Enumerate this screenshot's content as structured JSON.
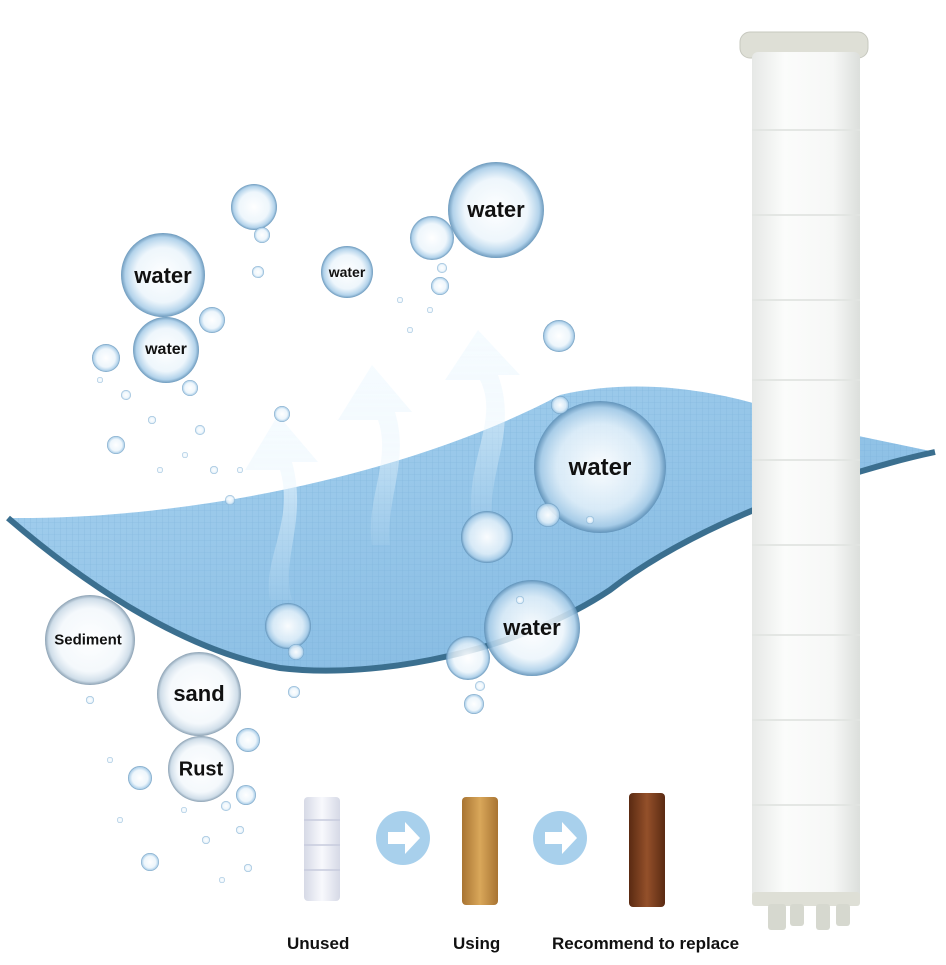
{
  "labels": {
    "water_top_right": "water",
    "water_small_center": "water",
    "water_left_large": "water",
    "water_left_small": "water",
    "water_membrane_right": "water",
    "water_lower_right": "water",
    "sediment": "Sediment",
    "sand": "sand",
    "rust": "Rust"
  },
  "stages": {
    "unused": "Unused",
    "using": "Using",
    "replace": "Recommend to replace"
  },
  "colors": {
    "membrane": "#8fc3e6",
    "membrane_edge": "#3b6f8f",
    "arrow_glow": "#e6f3fc",
    "filter_white": "#f7f8f7",
    "filter_cap": "#dedfd6",
    "stage_unused": "#eef0f7",
    "stage_using": "#c8913e",
    "stage_replace": "#7a3a1a",
    "stage_arrow": "#9fcbe8"
  }
}
